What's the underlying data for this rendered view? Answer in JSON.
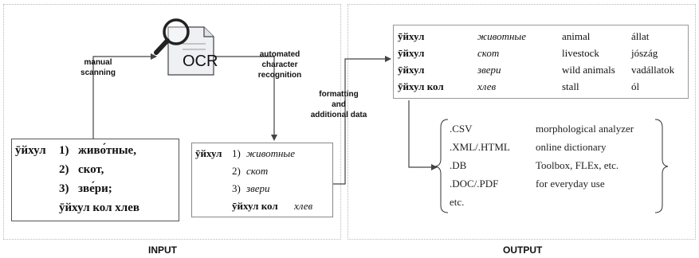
{
  "panels": {
    "input_title": "INPUT",
    "output_title": "OUTPUT"
  },
  "steps": {
    "manual_1": "manual",
    "manual_2": "scanning",
    "auto_1": "automated",
    "auto_2": "character",
    "auto_3": "recognition",
    "format_1": "formatting",
    "format_2": "and",
    "format_3": "additional data"
  },
  "ocr": {
    "label": "OCR",
    "icon": "magnifier-document-icon"
  },
  "original": {
    "headword": "ӯйхул",
    "senses": [
      {
        "num": "1)",
        "text": "живо́тные,"
      },
      {
        "num": "2)",
        "text": "скот,"
      },
      {
        "num": "3)",
        "text": "зве́ри;"
      }
    ],
    "compound": "ӯйхул кол хлев"
  },
  "recognized": {
    "headword": "ӯйхул",
    "senses": [
      {
        "num": "1)",
        "text": "животные"
      },
      {
        "num": "2)",
        "text": "скот"
      },
      {
        "num": "3)",
        "text": "звери"
      }
    ],
    "compound_head": "ӯйхул кол",
    "compound_gloss": "хлев"
  },
  "table": {
    "rows": [
      {
        "headword": "ӯйхул",
        "russian": "животные",
        "english": "animal",
        "hungarian": "állat"
      },
      {
        "headword": "ӯйхул",
        "russian": "скот",
        "english": "livestock",
        "hungarian": "jószág"
      },
      {
        "headword": "ӯйхул",
        "russian": "звери",
        "english": "wild animals",
        "hungarian": "vadállatok"
      },
      {
        "headword": "ӯйхул кол",
        "russian": "хлев",
        "english": "stall",
        "hungarian": "ól"
      }
    ]
  },
  "formats": [
    {
      "ext": ".CSV",
      "use": "morphological analyzer"
    },
    {
      "ext": ".XML/.HTML",
      "use": "online dictionary"
    },
    {
      "ext": ".DB",
      "use": "Toolbox, FLEx, etc."
    },
    {
      "ext": ".DOC/.PDF",
      "use": "for everyday use"
    },
    {
      "ext": "etc.",
      "use": ""
    }
  ],
  "colors": {
    "line": "#444444",
    "panel_border": "#b8b8b8",
    "magnifier": "#222222",
    "document": "#eef0f4"
  }
}
